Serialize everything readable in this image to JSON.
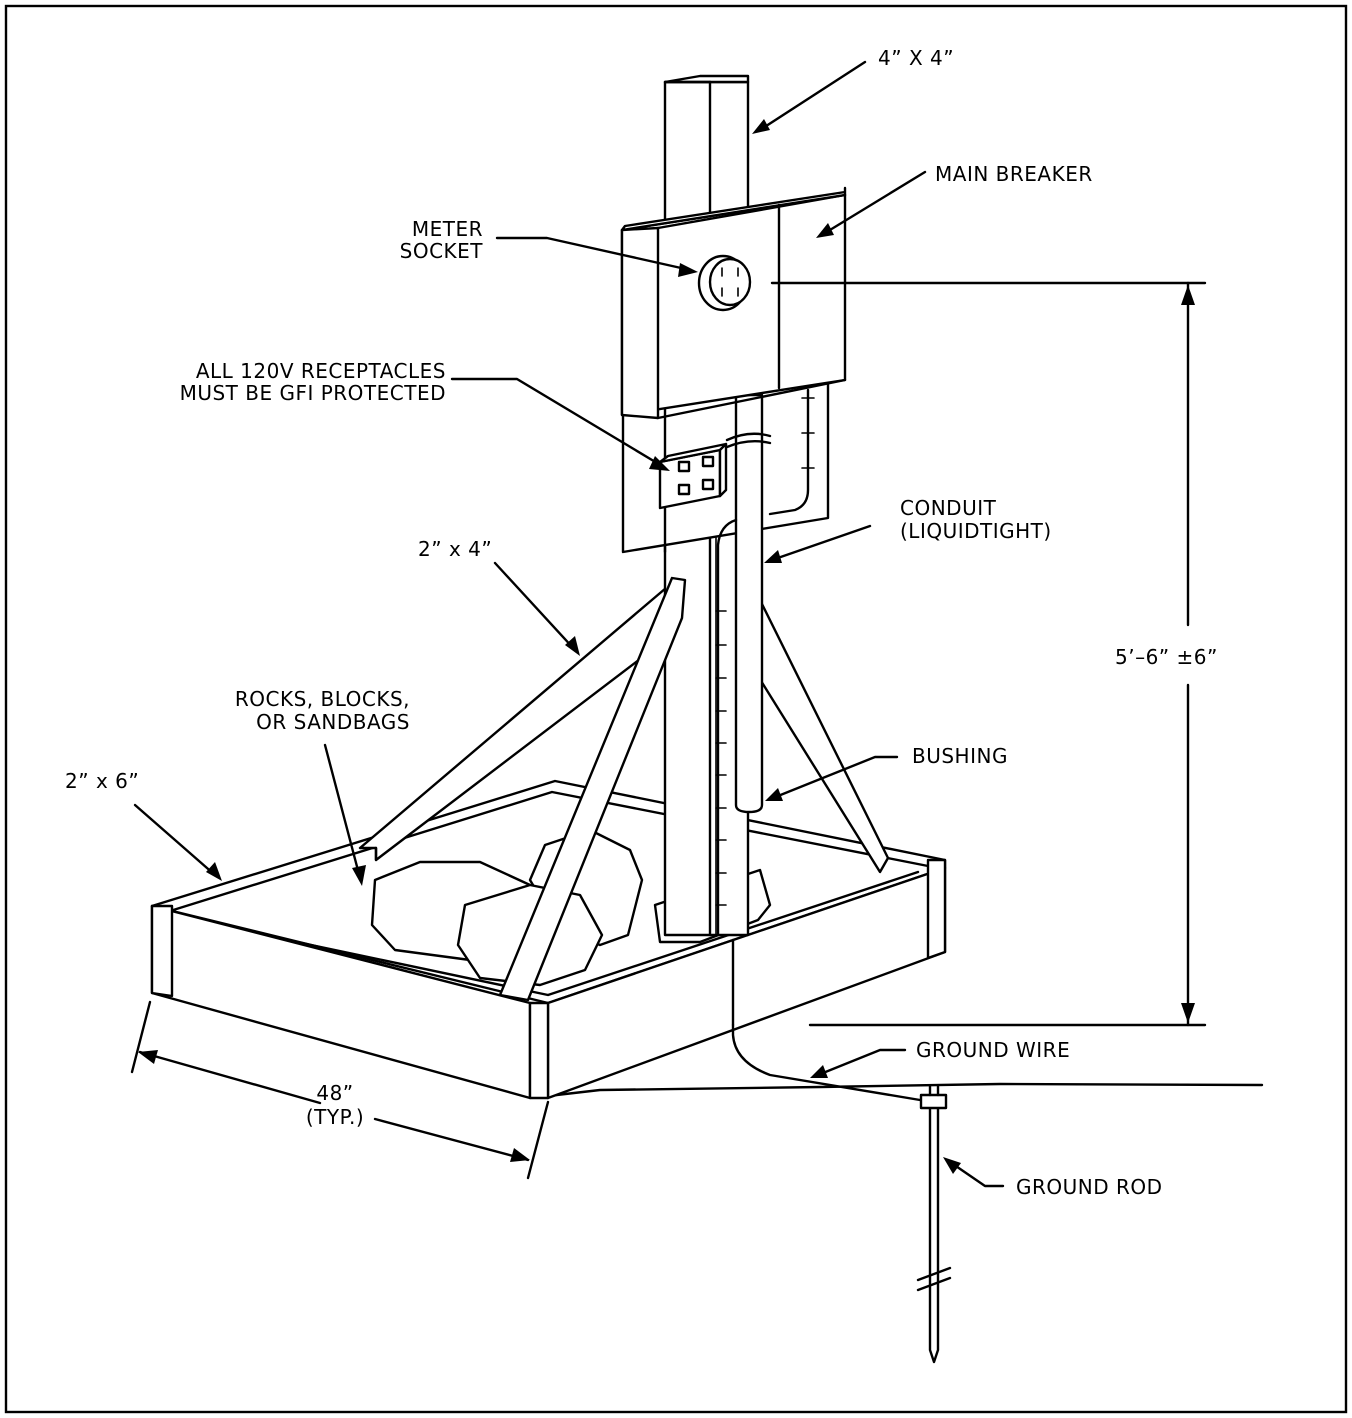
{
  "labels": {
    "post": "4” X 4”",
    "main_breaker": "MAIN BREAKER",
    "meter_socket_1": "METER",
    "meter_socket_2": "SOCKET",
    "receptacles_1": "ALL 120V RECEPTACLES",
    "receptacles_2": "MUST BE GFI PROTECTED",
    "conduit_1": "CONDUIT",
    "conduit_2": "(LIQUIDTIGHT)",
    "brace": "2” x 4”",
    "height_dim": "5’–6” ±6”",
    "rocks_1": "ROCKS, BLOCKS,",
    "rocks_2": "OR SANDBAGS",
    "bushing": "BUSHING",
    "frame": "2” x 6”",
    "ground_wire": "GROUND WIRE",
    "ground_rod": "GROUND ROD",
    "width_dim_1": "48”",
    "width_dim_2": "(TYP.)"
  }
}
